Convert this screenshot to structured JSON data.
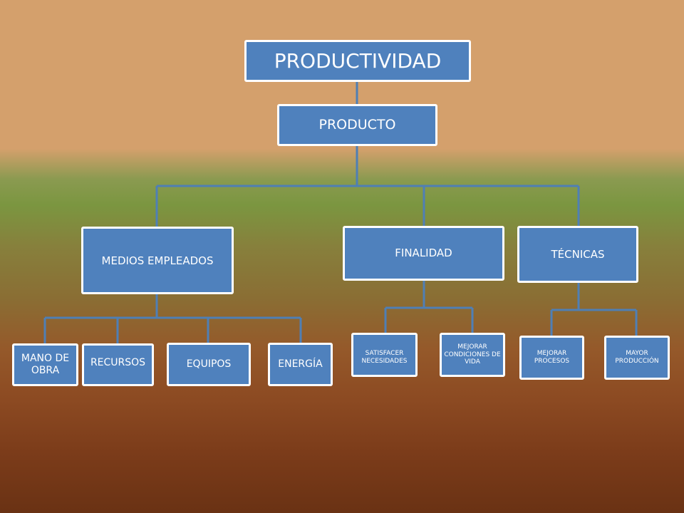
{
  "nodes": {
    "productividad": "PRODUCTIVIDAD",
    "producto": "PRODUCTO",
    "medios": "MEDIOS EMPLEADOS",
    "finalidad": "FINALIDAD",
    "tecnicas": "TÉCNICAS",
    "mano": "MANO DE OBRA",
    "recursos": "RECURSOS",
    "equipos": "EQUIPOS",
    "energia": "ENERGÍA",
    "satisfacer": "SATISFACER NECESIDADES",
    "mejorar_cond": "MEJORAR CONDICIONES DE VIDA",
    "mejorar_proc": "MEJORAR PROCESOS",
    "mayor": "MAYOR PRODUCCIÓN"
  },
  "colors": {
    "box_fill": "#4f81bd",
    "box_border": "#ffffff",
    "connector": "#4f7fb5"
  }
}
